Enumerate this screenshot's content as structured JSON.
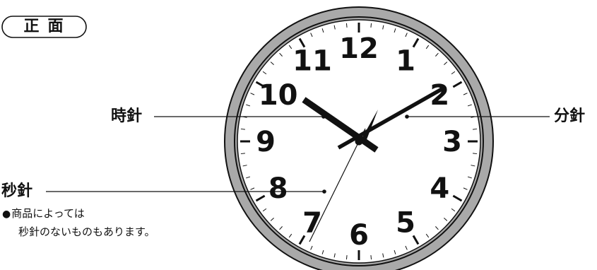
{
  "badge": {
    "label": "正面"
  },
  "clock": {
    "numerals": [
      "12",
      "1",
      "2",
      "3",
      "4",
      "5",
      "6",
      "7",
      "8",
      "9",
      "10",
      "11"
    ],
    "time_shown": "10:10",
    "colors": {
      "bezel": "#a9a9a9",
      "face": "#ffffff",
      "hands": "#111111"
    }
  },
  "callouts": {
    "hour_hand": "時針",
    "minute_hand": "分針",
    "second_hand": "秒針"
  },
  "note": {
    "bullet": "●",
    "line1": "商品によっては",
    "line2": "秒針のないものもあります。"
  }
}
